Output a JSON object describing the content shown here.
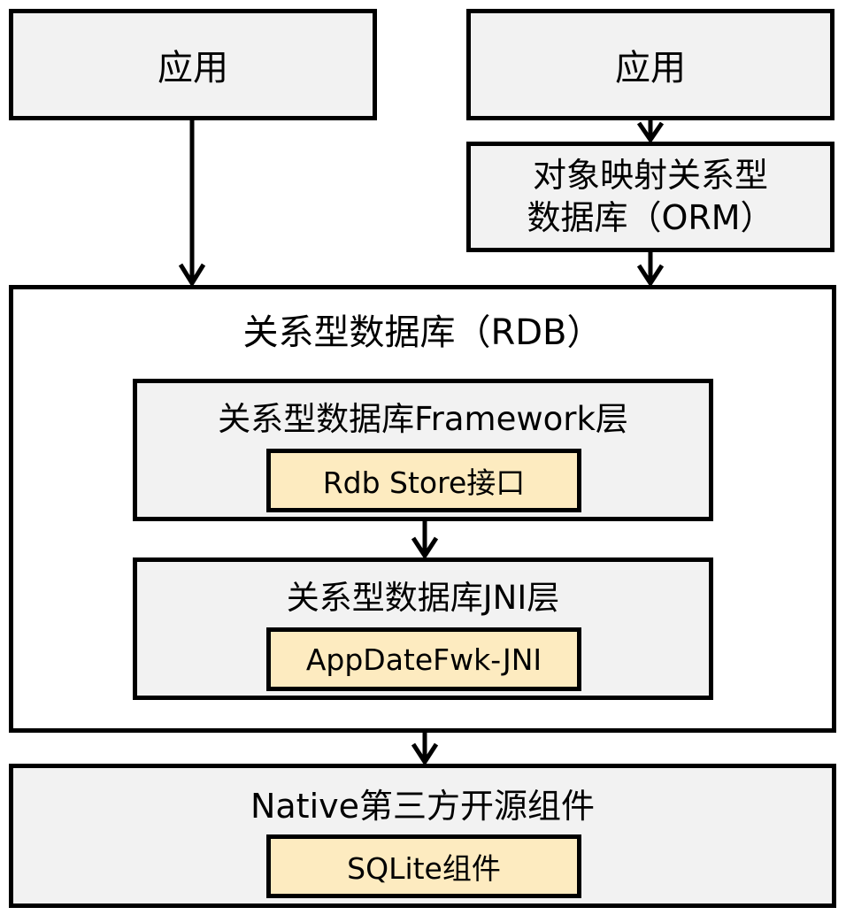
{
  "app_left": {
    "label": "应用"
  },
  "app_right": {
    "label": "应用"
  },
  "orm": {
    "line1": "对象映射关系型",
    "line2": "数据库（ORM）"
  },
  "rdb": {
    "title": "关系型数据库（RDB）",
    "framework": {
      "title": "关系型数据库Framework层",
      "component": "Rdb Store接口"
    },
    "jni": {
      "title": "关系型数据库JNI层",
      "component": "AppDateFwk-JNI"
    }
  },
  "native": {
    "title": "Native第三方开源组件",
    "component": "SQLite组件"
  },
  "colors": {
    "gray_fill": "#f2f2f2",
    "component_fill": "#fdebc0",
    "stroke": "#000000"
  }
}
